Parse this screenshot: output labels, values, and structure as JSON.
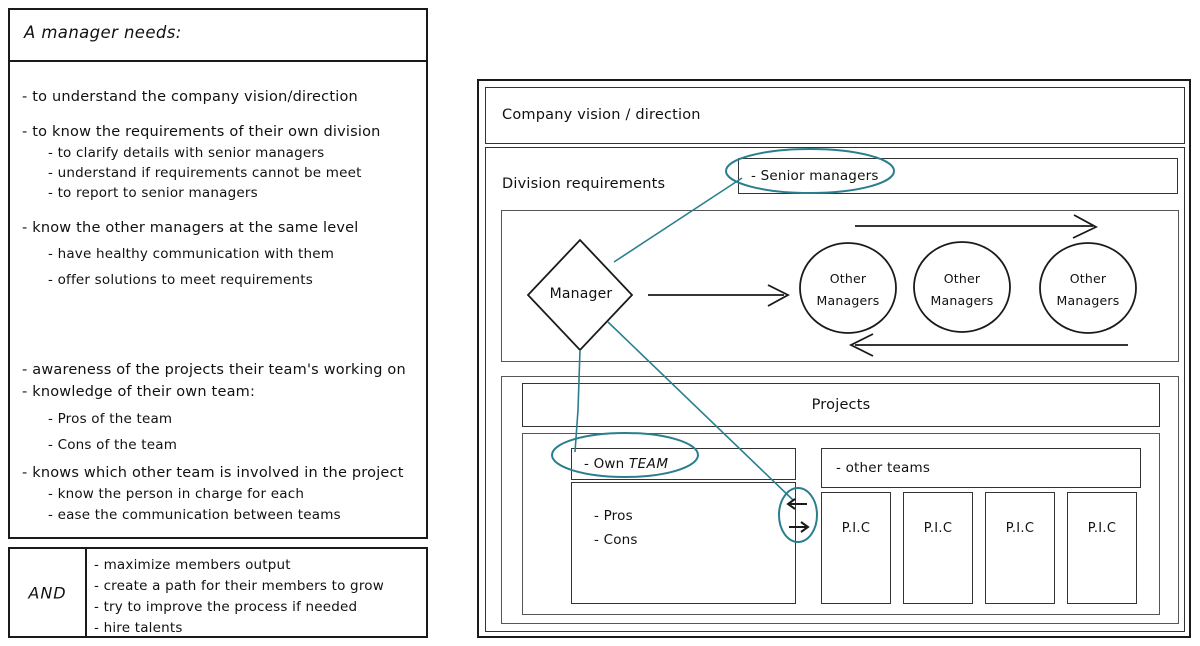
{
  "left_panel": {
    "header_title": "A manager needs:",
    "groups": [
      {
        "items": [
          {
            "level": 1,
            "text": "- to understand the company vision/direction"
          }
        ]
      },
      {
        "items": [
          {
            "level": 1,
            "text": "- to know the requirements of their own division"
          },
          {
            "level": 2,
            "text": "- to clarify details with senior managers"
          },
          {
            "level": 2,
            "text": "- understand if requirements cannot be meet"
          },
          {
            "level": 2,
            "text": "- to report to senior managers"
          }
        ]
      },
      {
        "items": [
          {
            "level": 1,
            "text": "- know the other managers at the same level"
          },
          {
            "level": 2,
            "text": "- have healthy communication with them"
          },
          {
            "level": 2,
            "text": "- offer solutions to meet requirements"
          }
        ]
      },
      {
        "items": [
          {
            "level": 1,
            "text": "- awareness of the projects their team's working on"
          },
          {
            "level": 1,
            "text": "- knowledge of their own team:"
          },
          {
            "level": 2,
            "text": "- Pros of the team"
          },
          {
            "level": 2,
            "text": "- Cons of the team"
          },
          {
            "level": 1,
            "text": "- knows which other team is involved in the project"
          },
          {
            "level": 2,
            "text": "- know the person in charge for each"
          },
          {
            "level": 2,
            "text": "- ease the communication between teams"
          }
        ]
      }
    ]
  },
  "and_panel": {
    "label": "AND",
    "items": [
      "- maximize members output",
      "- create a path for their members to grow",
      "- try to improve the process if needed",
      "- hire talents"
    ]
  },
  "diagram": {
    "vision_label": "Company vision / direction",
    "division_label": "Division requirements",
    "senior_managers_label": "- Senior managers",
    "manager_label": "Manager",
    "other_managers": [
      {
        "line1": "Other",
        "line2": "Managers"
      },
      {
        "line1": "Other",
        "line2": "Managers"
      },
      {
        "line1": "Other",
        "line2": "Managers"
      }
    ],
    "projects_label": "Projects",
    "own_team_prefix": "- Own ",
    "own_team_caps": "TEAM",
    "pros_label": "- Pros",
    "cons_label": "- Cons",
    "other_teams_label": "- other teams",
    "pic_boxes": [
      "P.I.C",
      "P.I.C",
      "P.I.C",
      "P.I.C"
    ],
    "annotation_color": "#2a7f8f",
    "stroke_color": "#1a1a1a"
  }
}
